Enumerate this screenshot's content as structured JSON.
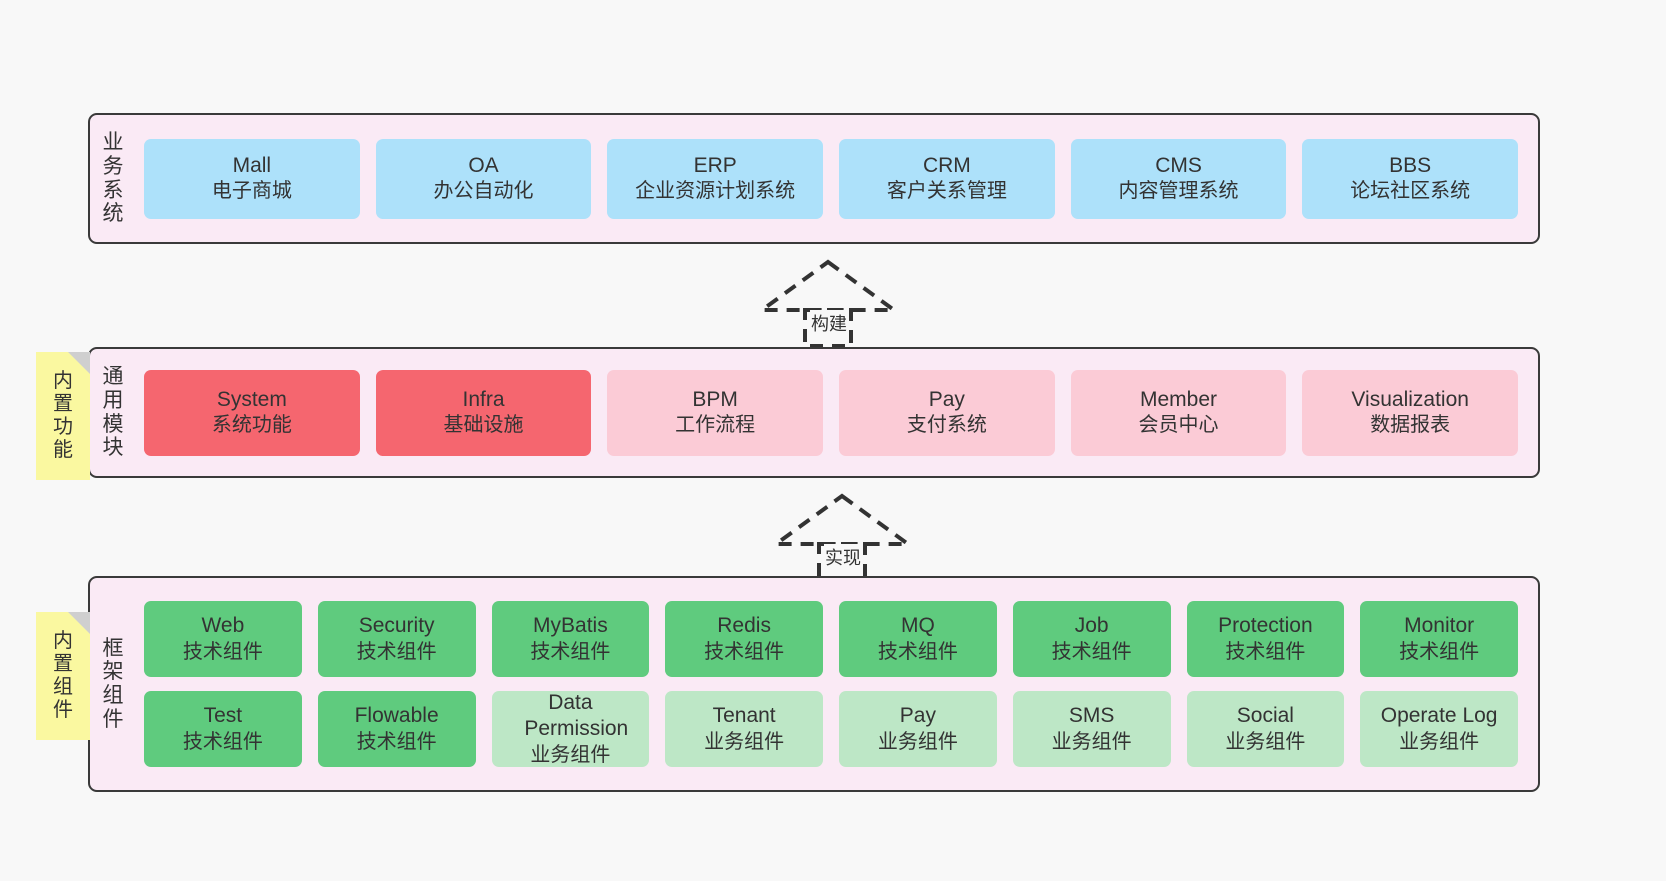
{
  "diagram": {
    "background": "#f8f8f8",
    "layer_bg": "#faeaf5",
    "layer_border": "#3a3a3a",
    "colors": {
      "business": "#ade1fa",
      "module_strong": "#f5666f",
      "module_light": "#fbcbd6",
      "tech_component": "#5fcb7e",
      "business_component": "#bde7c6",
      "note": "#faf8a0",
      "note_fold": "#cfcfcf",
      "text": "#333333"
    }
  },
  "layers": [
    {
      "id": "business-system",
      "label_chars": [
        "业",
        "务",
        "系",
        "统"
      ],
      "nodes": [
        {
          "title": "Mall",
          "sub": "电子商城",
          "style": "biz"
        },
        {
          "title": "OA",
          "sub": "办公自动化",
          "style": "biz"
        },
        {
          "title": "ERP",
          "sub": "企业资源计划系统",
          "style": "biz"
        },
        {
          "title": "CRM",
          "sub": "客户关系管理",
          "style": "biz"
        },
        {
          "title": "CMS",
          "sub": "内容管理系统",
          "style": "biz"
        },
        {
          "title": "BBS",
          "sub": "论坛社区系统",
          "style": "biz"
        }
      ]
    },
    {
      "id": "common-module",
      "label_chars": [
        "通",
        "用",
        "模",
        "块"
      ],
      "note": {
        "chars": [
          "内",
          "置",
          "功",
          "能"
        ]
      },
      "nodes": [
        {
          "title": "System",
          "sub": "系统功能",
          "style": "mod-strong"
        },
        {
          "title": "Infra",
          "sub": "基础设施",
          "style": "mod-strong"
        },
        {
          "title": "BPM",
          "sub": "工作流程",
          "style": "mod-light"
        },
        {
          "title": "Pay",
          "sub": "支付系统",
          "style": "mod-light"
        },
        {
          "title": "Member",
          "sub": "会员中心",
          "style": "mod-light"
        },
        {
          "title": "Visualization",
          "sub": "数据报表",
          "style": "mod-light"
        }
      ]
    },
    {
      "id": "framework-component",
      "label_chars": [
        "框",
        "架",
        "组",
        "件"
      ],
      "note": {
        "chars": [
          "内",
          "置",
          "组",
          "件"
        ]
      },
      "rows": [
        [
          {
            "title": "Web",
            "sub": "技术组件",
            "style": "tech"
          },
          {
            "title": "Security",
            "sub": "技术组件",
            "style": "tech"
          },
          {
            "title": "MyBatis",
            "sub": "技术组件",
            "style": "tech"
          },
          {
            "title": "Redis",
            "sub": "技术组件",
            "style": "tech"
          },
          {
            "title": "MQ",
            "sub": "技术组件",
            "style": "tech"
          },
          {
            "title": "Job",
            "sub": "技术组件",
            "style": "tech"
          },
          {
            "title": "Protection",
            "sub": "技术组件",
            "style": "tech"
          },
          {
            "title": "Monitor",
            "sub": "技术组件",
            "style": "tech"
          }
        ],
        [
          {
            "title": "Test",
            "sub": "技术组件",
            "style": "tech"
          },
          {
            "title": "Flowable",
            "sub": "技术组件",
            "style": "tech"
          },
          {
            "title": "Data Permission",
            "sub": "业务组件",
            "style": "bizc"
          },
          {
            "title": "Tenant",
            "sub": "业务组件",
            "style": "bizc"
          },
          {
            "title": "Pay",
            "sub": "业务组件",
            "style": "bizc"
          },
          {
            "title": "SMS",
            "sub": "业务组件",
            "style": "bizc"
          },
          {
            "title": "Social",
            "sub": "业务组件",
            "style": "bizc"
          },
          {
            "title": "Operate Log",
            "sub": "业务组件",
            "style": "bizc"
          }
        ]
      ]
    }
  ],
  "connectors": [
    {
      "id": "build",
      "label": "构建"
    },
    {
      "id": "implement",
      "label": "实现"
    }
  ]
}
